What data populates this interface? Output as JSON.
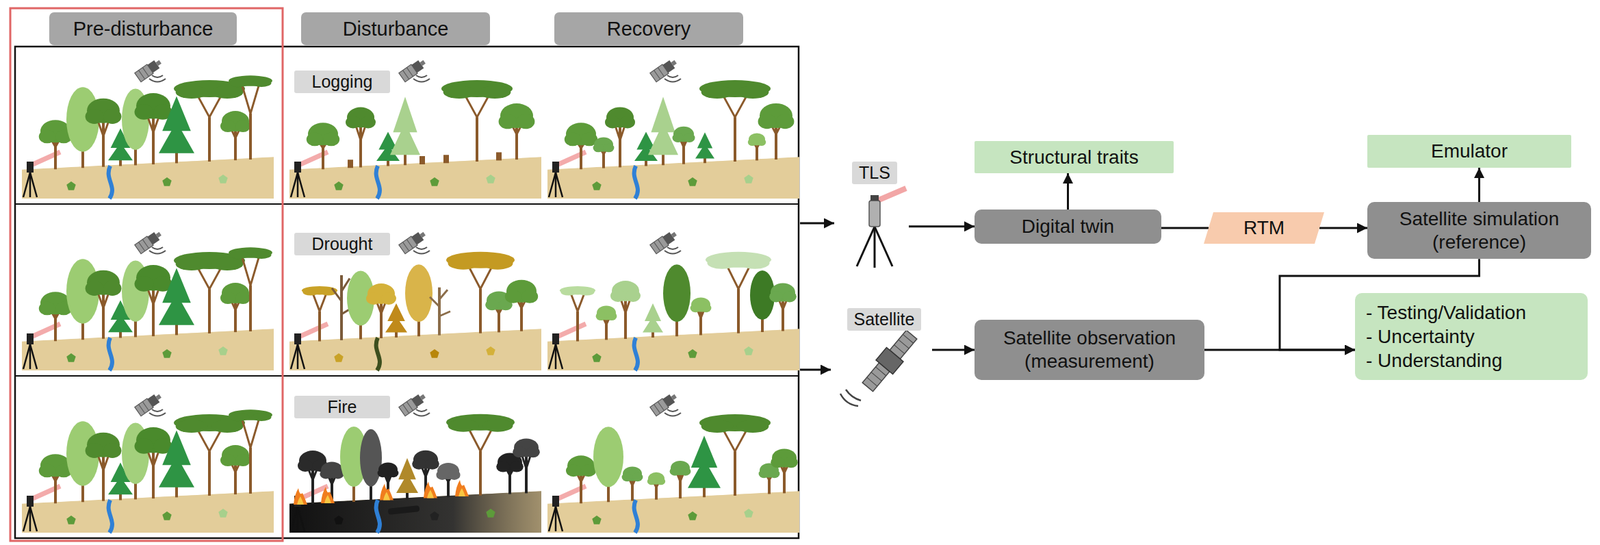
{
  "diagram": {
    "nodes": [
      {
        "text": [
          "Pre-disturbance"
        ]
      },
      {
        "text": [
          "Disturbance"
        ]
      },
      {
        "text": [
          "Recovery"
        ]
      },
      {
        "text": [
          "Logging"
        ]
      },
      {
        "text": [
          "Drought"
        ]
      },
      {
        "text": [
          "Fire"
        ]
      },
      {
        "text": [
          "TLS"
        ]
      },
      {
        "text": [
          "Structural traits"
        ]
      },
      {
        "text": [
          "Digital twin"
        ]
      },
      {
        "text": [
          "RTM"
        ]
      },
      {
        "text": [
          "Emulator"
        ]
      },
      {
        "text": [
          "Satellite simulation (reference)"
        ]
      },
      {
        "text": [
          "Satellite"
        ]
      },
      {
        "text": [
          "Satellite observation (measurement)"
        ]
      },
      {
        "text": [
          "- Testing/Validation",
          "- Uncertainty",
          "- Understanding"
        ]
      }
    ],
    "edges": [
      {
        "from": 6,
        "to": 8,
        "arrow": "to"
      },
      {
        "from": 8,
        "to": 7,
        "arrow": "to"
      },
      {
        "from": 8,
        "to": 9,
        "arrow": "none"
      },
      {
        "from": 9,
        "to": 11,
        "arrow": "to"
      },
      {
        "from": 11,
        "to": 10,
        "arrow": "to"
      },
      {
        "from": 12,
        "to": 13,
        "arrow": "to"
      },
      {
        "from": 13,
        "to": 14,
        "arrow": "to"
      },
      {
        "from": 11,
        "to": 14,
        "arrow": "to"
      }
    ]
  }
}
